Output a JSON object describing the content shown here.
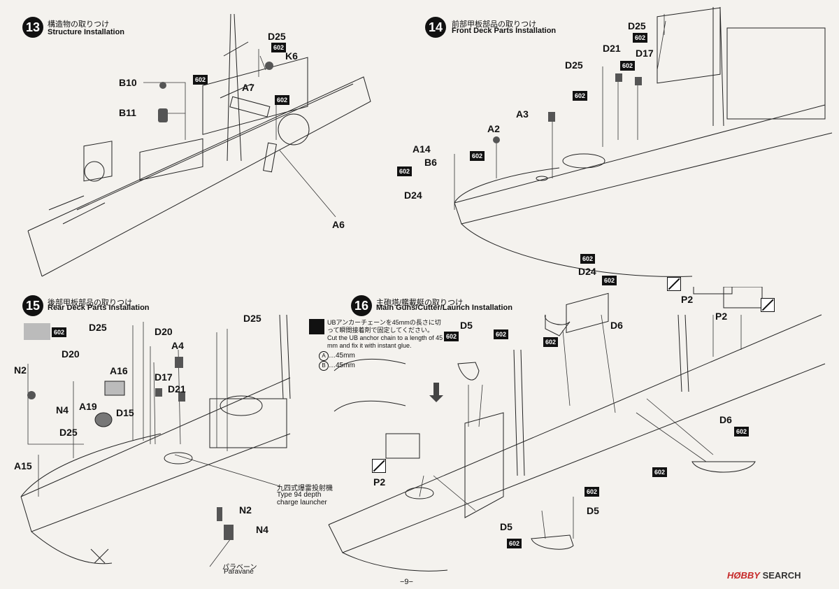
{
  "steps": [
    {
      "number": "13",
      "title_jp": "構造物の取りつけ",
      "title_en": "Structure Installation",
      "labels": [
        "D25",
        "602",
        "K6",
        "B10",
        "602",
        "B11",
        "A7",
        "602",
        "A6"
      ]
    },
    {
      "number": "14",
      "title_jp": "前部甲板部品の取りつけ",
      "title_en": "Front Deck Parts Installation",
      "labels": [
        "D25",
        "602",
        "D21",
        "602",
        "D17",
        "D25",
        "602",
        "A3",
        "A2",
        "A14",
        "602",
        "B6",
        "602",
        "D24",
        "602",
        "D24"
      ]
    },
    {
      "number": "15",
      "title_jp": "後部甲板部品の取りつけ",
      "title_en": "Rear Deck Parts Installation",
      "swatch_code": "602",
      "labels": [
        "D25",
        "D20",
        "A4",
        "D25",
        "N2",
        "D20",
        "A16",
        "D17",
        "N4",
        "A19",
        "D21",
        "D15",
        "D25",
        "A15",
        "N2",
        "N4"
      ],
      "depth_charge_jp": "九四式爆雷投射機",
      "depth_charge_en": "Type 94 depth charge launcher",
      "paravane_jp": "パラベーン",
      "paravane_en": "Paravane"
    },
    {
      "number": "16",
      "title_jp": "主砲塔/艦載艇の取りつけ",
      "title_en": "Main Guns/Cutter/Launch Installation",
      "anchor_note_jp": "UBアンカーチェーンを45mmの長さに切って瞬間接着剤で固定してください。",
      "anchor_note_en": "Cut the UB anchor chain to a length of 45 mm and fix it with instant glue.",
      "anchor_a": "A",
      "anchor_a_len": "…45mm",
      "anchor_b": "B",
      "anchor_b_len": "…45mm",
      "labels": [
        "602",
        "D5",
        "602",
        "602",
        "602",
        "D6",
        "P2",
        "P2",
        "P2",
        "602",
        "D6",
        "602",
        "602",
        "602",
        "D5",
        "D5",
        "602"
      ]
    }
  ],
  "footer": {
    "page": "−9−",
    "logo_hobby": "HØBBY",
    "logo_search": "SEARCH"
  }
}
